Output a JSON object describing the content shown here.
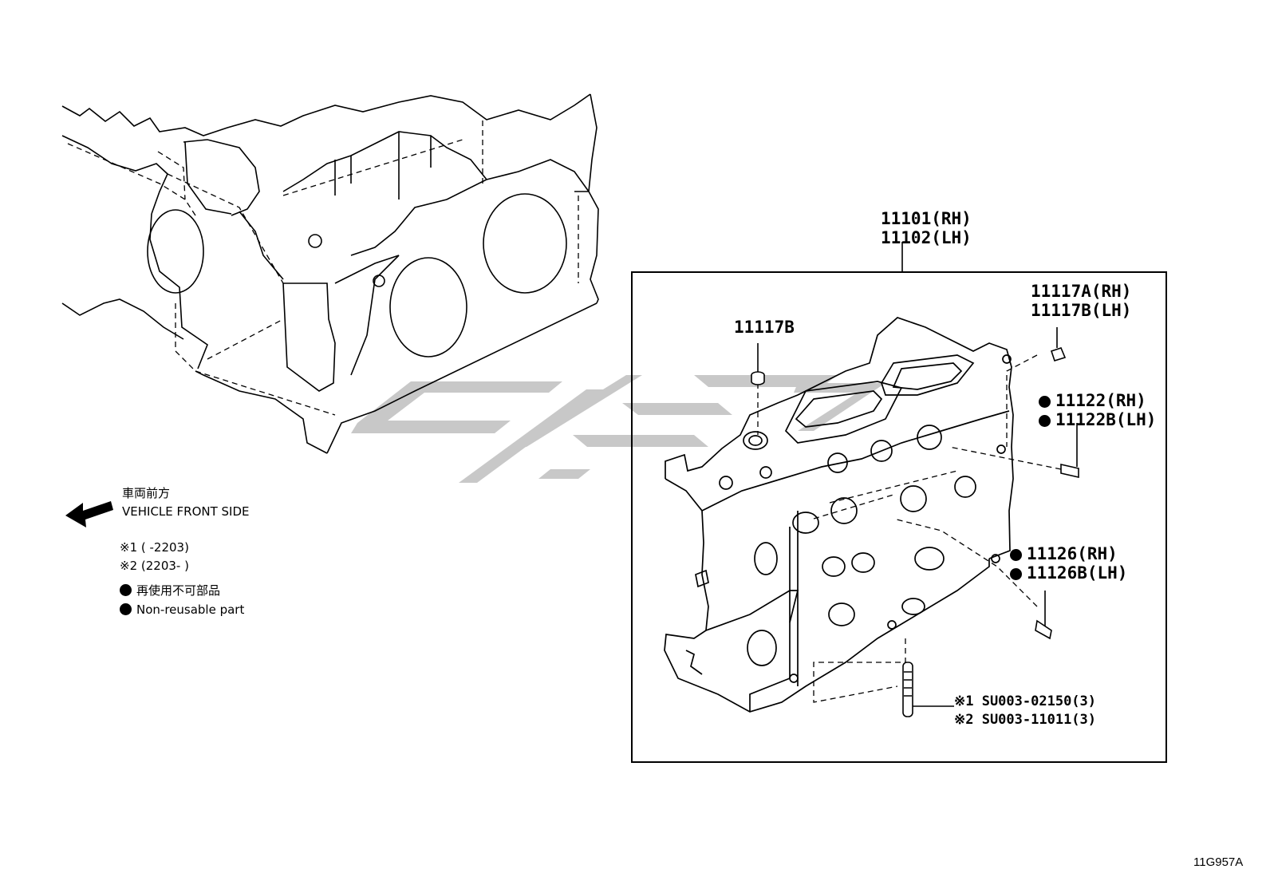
{
  "part_labels": {
    "head_rh": "11101(RH)",
    "head_lh": "11102(LH)",
    "plug_a_rh": "11117A(RH)",
    "plug_b_lh": "11117B(LH)",
    "plug_b": "11117B",
    "guide_in_rh": "11122(RH)",
    "guide_in_lh": "11122B(LH)",
    "guide_ex_rh": "11126(RH)",
    "guide_ex_lh": "11126B(LH)",
    "stud_1": "※1 SU003-02150(3)",
    "stud_2": "※2 SU003-11011(3)"
  },
  "legend": {
    "front_jp": "車両前方",
    "front_en": "VEHICLE FRONT SIDE",
    "note_1": "※1 (       -2203)",
    "note_2": "※2 (2203-       )",
    "nonreusable_jp": "再使用不可部品",
    "nonreusable_en": "Non-reusable part"
  },
  "diagram_code": "11G957A",
  "colors": {
    "line": "#000000",
    "watermark": "#c8c8c8",
    "background": "#ffffff"
  },
  "icons": {
    "front_arrow": "arrow-left-icon",
    "non_reusable": "filled-circle-icon",
    "watermark": "brand-logo-watermark"
  }
}
